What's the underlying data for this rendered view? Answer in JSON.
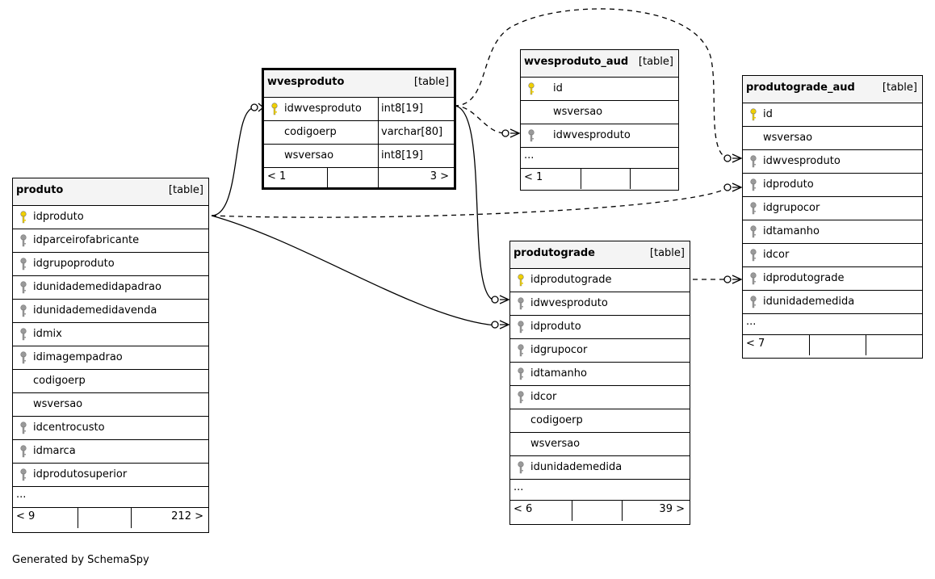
{
  "generated_label": "Generated by SchemaSpy",
  "tables": {
    "wvesproduto": {
      "name": "wvesproduto",
      "type": "[table]",
      "columns": [
        {
          "name": "idwvesproduto",
          "type": "int8[19]",
          "key": "pk"
        },
        {
          "name": "codigoerp",
          "type": "varchar[80]",
          "key": "none"
        },
        {
          "name": "wsversao",
          "type": "int8[19]",
          "key": "none"
        }
      ],
      "footer": {
        "left": "< 1",
        "right": "3 >"
      }
    },
    "wvesproduto_aud": {
      "name": "wvesproduto_aud",
      "type": "[table]",
      "columns": [
        {
          "name": "id",
          "key": "pk"
        },
        {
          "name": "wsversao",
          "key": "none"
        },
        {
          "name": "idwvesproduto",
          "key": "fk"
        }
      ],
      "more": "...",
      "footer": {
        "left": "< 1",
        "right": ""
      }
    },
    "produtograde_aud": {
      "name": "produtograde_aud",
      "type": "[table]",
      "columns": [
        {
          "name": "id",
          "key": "pk"
        },
        {
          "name": "wsversao",
          "key": "none"
        },
        {
          "name": "idwvesproduto",
          "key": "fk"
        },
        {
          "name": "idproduto",
          "key": "fk"
        },
        {
          "name": "idgrupocor",
          "key": "fk"
        },
        {
          "name": "idtamanho",
          "key": "fk"
        },
        {
          "name": "idcor",
          "key": "fk"
        },
        {
          "name": "idprodutograde",
          "key": "fk"
        },
        {
          "name": "idunidademedida",
          "key": "fk"
        }
      ],
      "more": "...",
      "footer": {
        "left": "< 7",
        "right": ""
      }
    },
    "produto": {
      "name": "produto",
      "type": "[table]",
      "columns": [
        {
          "name": "idproduto",
          "key": "pk"
        },
        {
          "name": "idparceirofabricante",
          "key": "fk"
        },
        {
          "name": "idgrupoproduto",
          "key": "fk"
        },
        {
          "name": "idunidademedidapadrao",
          "key": "fk"
        },
        {
          "name": "idunidademedidavenda",
          "key": "fk"
        },
        {
          "name": "idmix",
          "key": "fk"
        },
        {
          "name": "idimagempadrao",
          "key": "fk"
        },
        {
          "name": "codigoerp",
          "key": "none"
        },
        {
          "name": "wsversao",
          "key": "none"
        },
        {
          "name": "idcentrocusto",
          "key": "fk"
        },
        {
          "name": "idmarca",
          "key": "fk"
        },
        {
          "name": "idprodutosuperior",
          "key": "fk"
        }
      ],
      "more": "...",
      "footer": {
        "left": "< 9",
        "right": "212 >"
      }
    },
    "produtograde": {
      "name": "produtograde",
      "type": "[table]",
      "columns": [
        {
          "name": "idprodutograde",
          "key": "pk"
        },
        {
          "name": "idwvesproduto",
          "key": "fk"
        },
        {
          "name": "idproduto",
          "key": "fk"
        },
        {
          "name": "idgrupocor",
          "key": "fk"
        },
        {
          "name": "idtamanho",
          "key": "fk"
        },
        {
          "name": "idcor",
          "key": "fk"
        },
        {
          "name": "codigoerp",
          "key": "none"
        },
        {
          "name": "wsversao",
          "key": "none"
        },
        {
          "name": "idunidademedida",
          "key": "fk"
        }
      ],
      "more": "...",
      "footer": {
        "left": "< 6",
        "right": "39 >"
      }
    }
  },
  "colors": {
    "pk_key": "#f0d000",
    "fk_key": "#9a9a9a",
    "header_bg": "#f4f4f4",
    "line": "#000000"
  }
}
